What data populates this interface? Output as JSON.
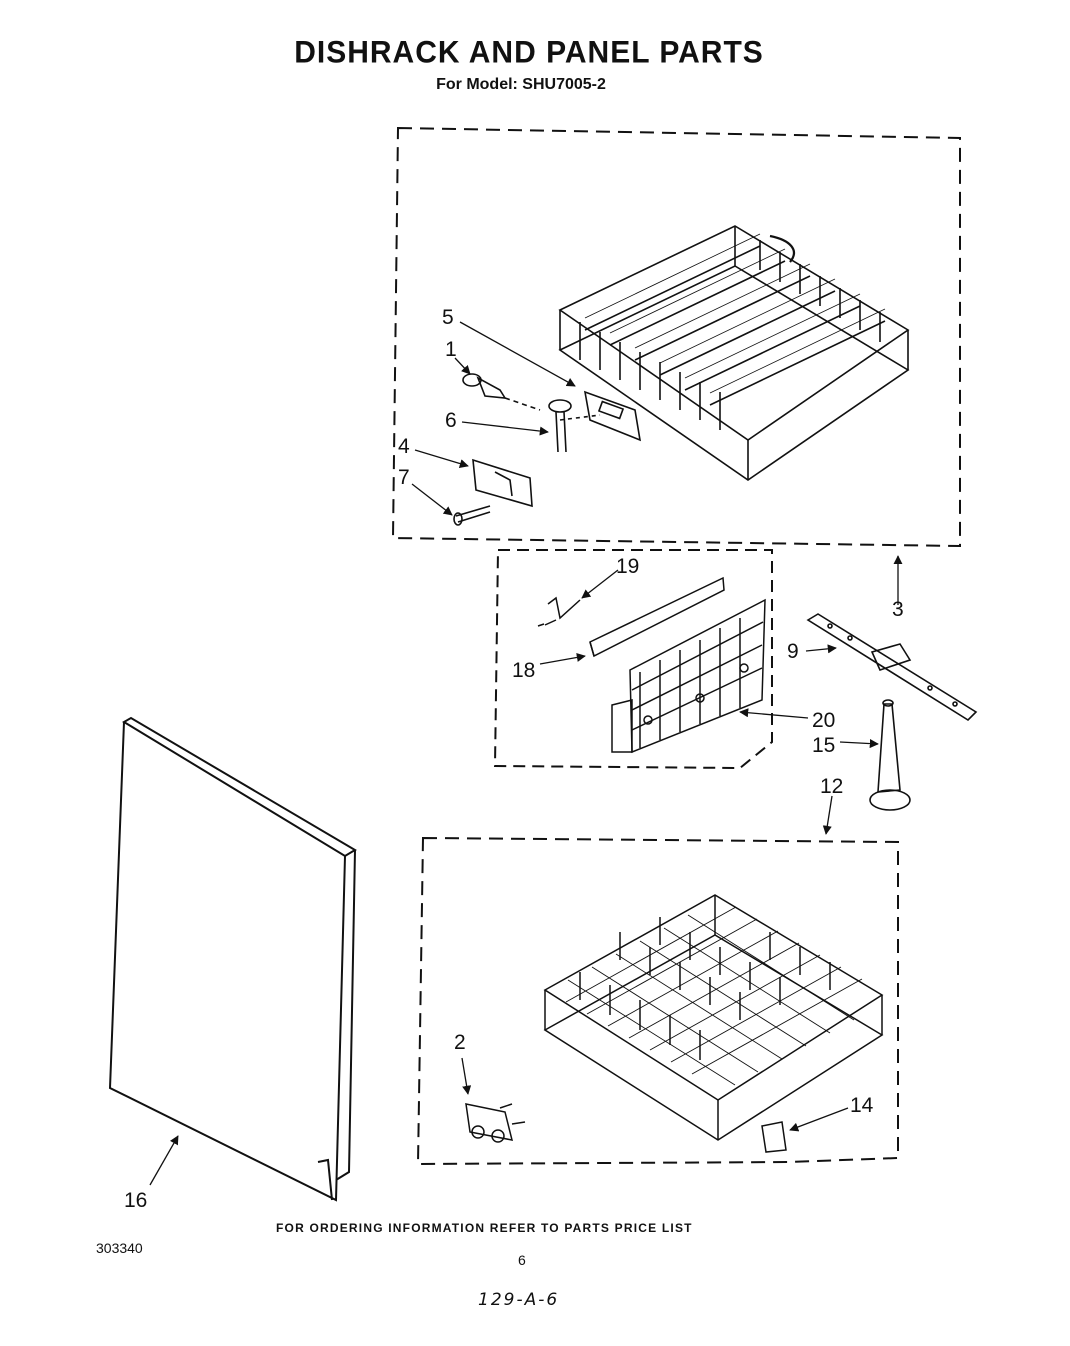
{
  "header": {
    "title": "DISHRACK AND PANEL PARTS",
    "subtitle": "For Model: SHU7005-2"
  },
  "callouts": {
    "c1": "1",
    "c2": "2",
    "c3": "3",
    "c4": "4",
    "c5": "5",
    "c6": "6",
    "c7": "7",
    "c9": "9",
    "c12": "12",
    "c14": "14",
    "c15": "15",
    "c16": "16",
    "c18": "18",
    "c19": "19",
    "c20": "20"
  },
  "footer": {
    "ordering_note": "FOR ORDERING INFORMATION REFER TO PARTS PRICE LIST",
    "doc_number": "303340",
    "page_number": "6",
    "handwritten_note": "129-A-6"
  }
}
